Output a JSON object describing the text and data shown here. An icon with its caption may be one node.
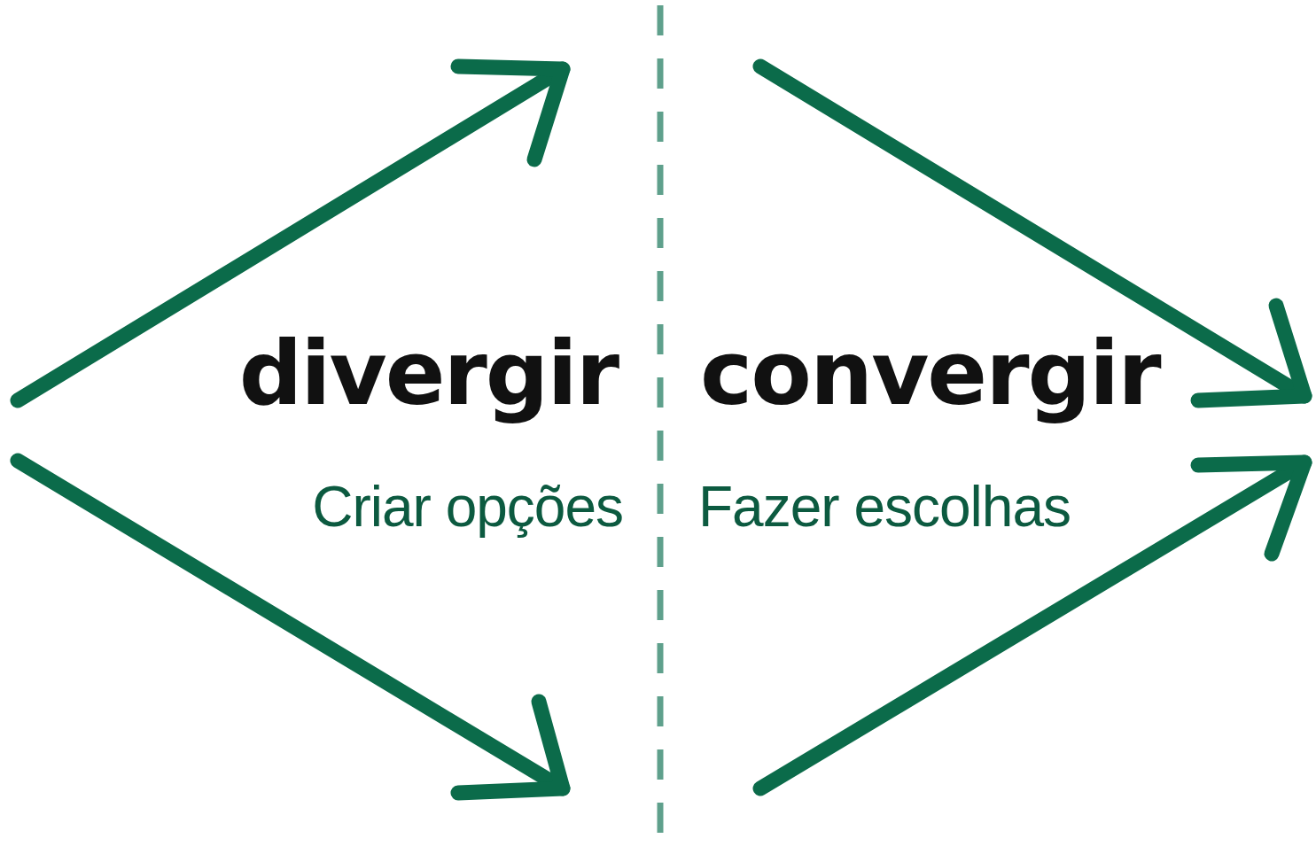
{
  "diagram": {
    "labels": [
      "divergir",
      "convergir",
      "Criar opções",
      "Fazer escolhas"
    ]
  }
}
